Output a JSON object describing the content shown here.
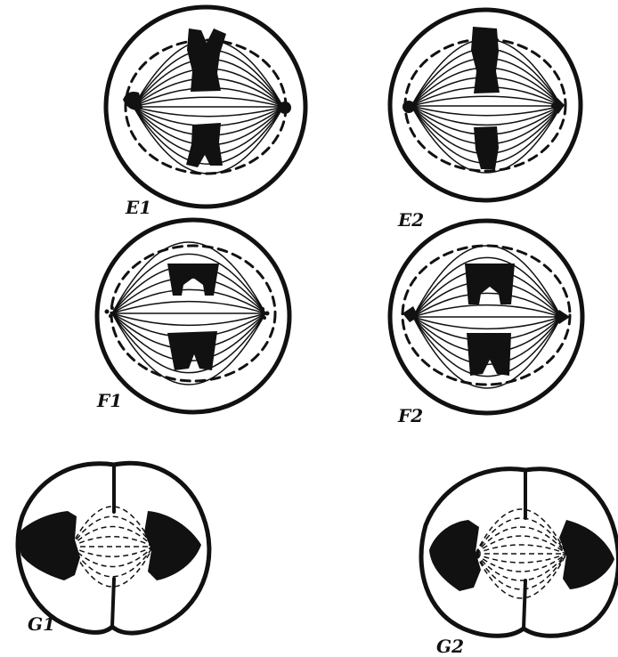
{
  "panels": [
    {
      "id": "e1",
      "label": "E1"
    },
    {
      "id": "e2",
      "label": "E2"
    },
    {
      "id": "f1",
      "label": "F1"
    },
    {
      "id": "f2",
      "label": "F2"
    },
    {
      "id": "g1",
      "label": "G1"
    },
    {
      "id": "g2",
      "label": "G2"
    }
  ]
}
